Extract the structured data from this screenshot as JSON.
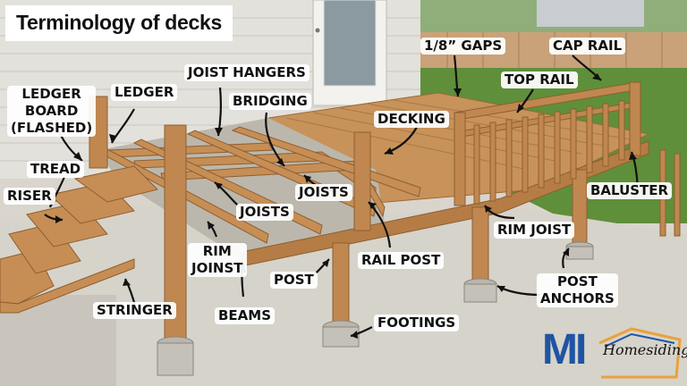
{
  "title": "Terminology of decks",
  "labels": {
    "ledger_board": "LEDGER\nBOARD\n(FLASHED)",
    "ledger": "LEDGER",
    "joist_hangers": "JOIST HANGERS",
    "bridging": "BRIDGING",
    "decking": "DECKING",
    "gaps": "1/8” GAPS",
    "cap_rail": "CAP RAIL",
    "top_rail": "TOP RAIL",
    "tread": "TREAD",
    "riser": "RISER",
    "joists_left": "JOISTS",
    "joists_right": "JOISTS",
    "baluster": "BALUSTER",
    "rim_joist": "RIM JOIST",
    "rim_joinst": "RIM\nJOINST",
    "rail_post": "RAIL POST",
    "post": "POST",
    "stringer": "STRINGER",
    "beams": "BEAMS",
    "footings": "FOOTINGS",
    "post_anchors": "POST\nANCHORS"
  },
  "logo": {
    "mark": "MI",
    "name": "Homesiding",
    "color": "#1f54a3"
  },
  "colors": {
    "wood": "#c8935a",
    "wood_dark": "#9c6a38",
    "wall": "#e3e1db",
    "grass": "#5f8f3a",
    "concrete": "#d6d3cb"
  }
}
